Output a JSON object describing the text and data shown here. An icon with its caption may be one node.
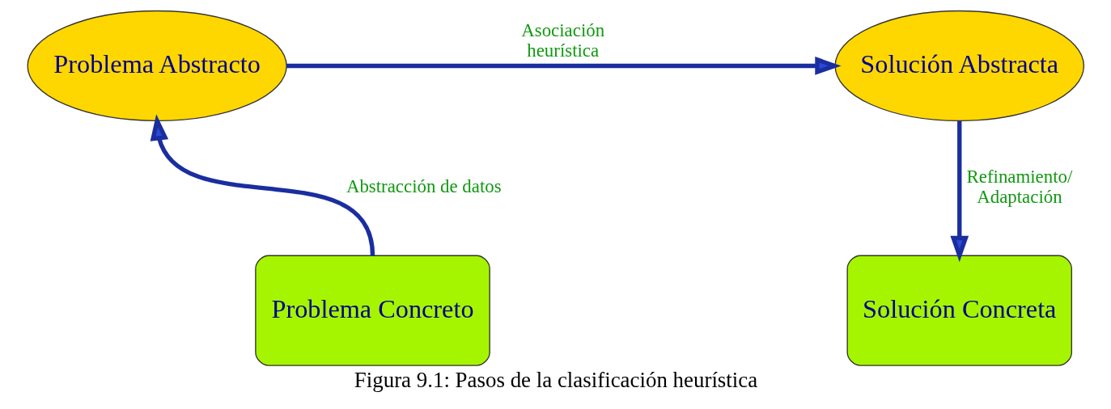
{
  "diagram": {
    "caption": "Figura 9.1: Pasos de la clasificación heurística",
    "nodes": [
      {
        "text": [
          "Problema Abstracto"
        ]
      },
      {
        "text": [
          "Solución Abstracta"
        ]
      },
      {
        "text": [
          "Problema Concreto"
        ]
      },
      {
        "text": [
          "Solución Concreta"
        ]
      }
    ],
    "edges": [
      {
        "from": 2,
        "to": 0,
        "arrow": "to",
        "label": "Abstracción de datos"
      },
      {
        "from": 0,
        "to": 1,
        "arrow": "to",
        "label": "Asociación heurística"
      },
      {
        "from": 1,
        "to": 3,
        "arrow": "to",
        "label": "Refinamiento/ Adaptación"
      }
    ]
  }
}
